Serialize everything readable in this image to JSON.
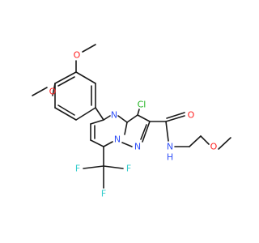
{
  "molecule": {
    "colors": {
      "bond": "#1a1a1a",
      "C": "#1a1a1a",
      "O": "#ff2020",
      "N": "#3050f8",
      "Cl": "#1fb31f",
      "F": "#33cccc"
    },
    "atom_labels": {
      "o_methoxy_upper": "O",
      "o_methoxy_left": "O",
      "n_pyrimidine": "N",
      "n_bridgehead": "N",
      "n_pyrazole": "N",
      "cl": "Cl",
      "n_amide": "N",
      "h_amide": "H",
      "o_carbonyl": "O",
      "o_ether": "O",
      "f_left": "F",
      "f_bottom": "F",
      "f_right": "F"
    }
  }
}
